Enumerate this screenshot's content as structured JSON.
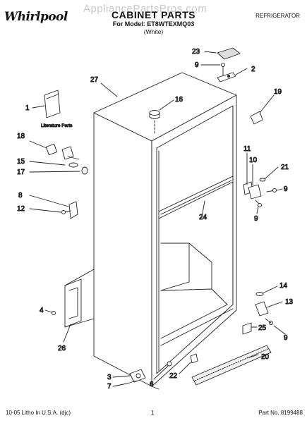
{
  "header": {
    "brand": "Whirlpool",
    "watermark": "AppliancePartsPros.com",
    "title": "CABINET PARTS",
    "model_line": "For Model: ET8WTEXMQ03",
    "color_line": "(White)",
    "category": "REFRIGERATOR"
  },
  "callouts": {
    "c1": "1",
    "c2": "2",
    "c3": "3",
    "c4": "4",
    "c6": "6",
    "c7": "7",
    "c8": "8",
    "c9a": "9",
    "c9b": "9",
    "c9c": "9",
    "c9d": "9",
    "c10": "10",
    "c11": "11",
    "c12": "12",
    "c13": "13",
    "c14": "14",
    "c15": "15",
    "c16": "16",
    "c17": "17",
    "c18": "18",
    "c19": "19",
    "c20": "20",
    "c21": "21",
    "c22": "22",
    "c23": "23",
    "c24": "24",
    "c25": "25",
    "c26": "26",
    "c27": "27"
  },
  "literature_label": "Literature Parts",
  "footer": {
    "left": "10-05 Litho In U.S.A. (djc)",
    "center": "1",
    "right": "Part No. 8199488"
  }
}
